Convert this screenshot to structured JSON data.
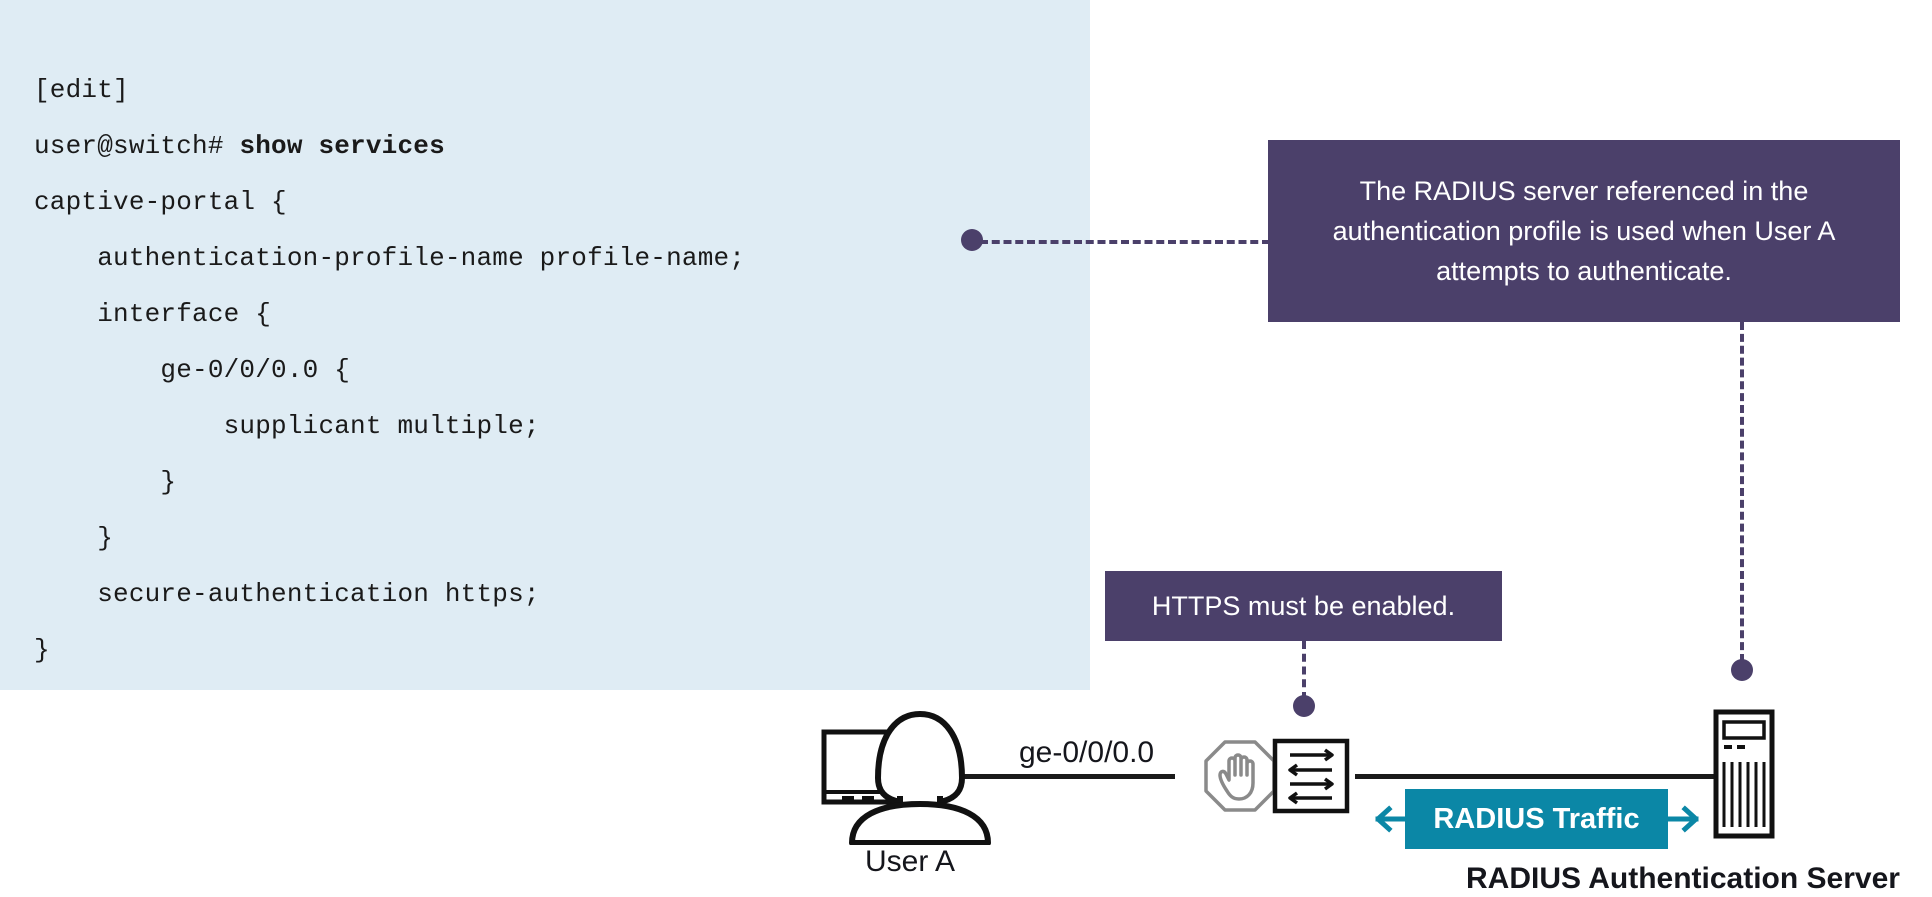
{
  "code_block": {
    "background": "#dfecf4",
    "lines": [
      {
        "text": "[edit]",
        "bold_suffix": ""
      },
      {
        "text": "user@switch# ",
        "bold_suffix": "show services"
      },
      {
        "text": "captive-portal {",
        "bold_suffix": ""
      },
      {
        "text": "    authentication-profile-name profile-name;",
        "bold_suffix": ""
      },
      {
        "text": "    interface {",
        "bold_suffix": ""
      },
      {
        "text": "        ge-0/0/0.0 {",
        "bold_suffix": ""
      },
      {
        "text": "            supplicant multiple;",
        "bold_suffix": ""
      },
      {
        "text": "        }",
        "bold_suffix": ""
      },
      {
        "text": "    }",
        "bold_suffix": ""
      },
      {
        "text": "    secure-authentication https;",
        "bold_suffix": ""
      },
      {
        "text": "}",
        "bold_suffix": ""
      }
    ]
  },
  "callouts": {
    "color": "#4b406a",
    "radius_note": "The RADIUS server referenced in the authentication profile is used when User A attempts to authenticate.",
    "https_note": "HTTPS must be enabled."
  },
  "diagram": {
    "interface_label": "ge-0/0/0.0",
    "user_label": "User A",
    "server_label": "RADIUS Authentication Server",
    "traffic_badge": {
      "label": "RADIUS Traffic",
      "color": "#0b87a6"
    },
    "icons": {
      "user": "user-workstation-icon",
      "stop": "stop-hand-icon",
      "switch": "network-switch-icon",
      "server": "server-rack-icon",
      "arrow_left": "arrow-left-icon",
      "arrow_right": "arrow-right-icon"
    }
  }
}
